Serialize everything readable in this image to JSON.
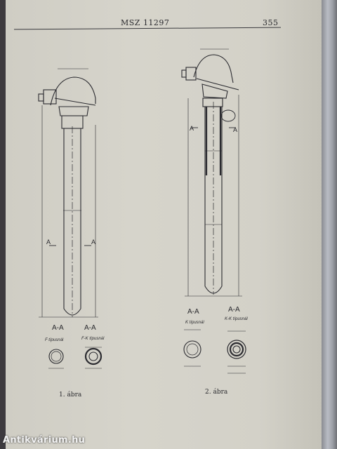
{
  "header": {
    "standard": "MSZ 11297",
    "page_number": "355"
  },
  "figure1": {
    "caption": "1. ábra",
    "section_a": "A-A",
    "section_b": "A-A",
    "label_f": "F típusnál",
    "label_fk": "F-K típusnál",
    "cut_label": "A"
  },
  "figure2": {
    "caption": "2. ábra",
    "section_a": "A-A",
    "section_b": "A-A",
    "label_k": "K típusnál",
    "label_kk": "K-K típusnál",
    "cut_label": "A"
  },
  "watermark": "Antikvárium.hu"
}
